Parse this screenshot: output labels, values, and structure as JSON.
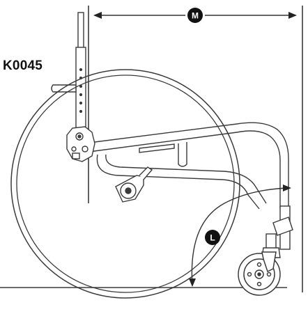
{
  "diagram": {
    "part_code": "K0045",
    "dimension_markers": {
      "width_marker": "M",
      "height_marker": "L"
    },
    "colors": {
      "line": "#3a3a3a",
      "marker_fill": "#111111",
      "background": "#ffffff"
    }
  }
}
